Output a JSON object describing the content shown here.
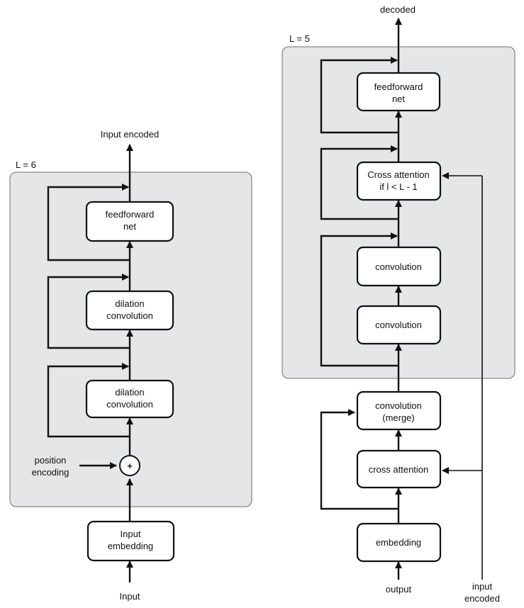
{
  "encoder": {
    "layer_count": "L = 6",
    "output_label": "Input encoded",
    "input_label": "Input",
    "position_label_1": "position",
    "position_label_2": "encoding",
    "plus_symbol": "+",
    "ffn_line1": "feedforward",
    "ffn_line2": "net",
    "dil2_line1": "dilation",
    "dil2_line2": "convolution",
    "dil1_line1": "dilation",
    "dil1_line2": "convolution",
    "emb_line1": "Input",
    "emb_line2": "embedding"
  },
  "decoder": {
    "layer_count": "L = 5",
    "output_label": "decoded",
    "input_label": "output",
    "encoded_label_1": "input",
    "encoded_label_2": "encoded",
    "ffn_line1": "feedforward",
    "ffn_line2": "net",
    "xattn_line1": "Cross attention",
    "xattn_line2": "if l < L - 1",
    "conv2_label": "convolution",
    "conv1_label": "convolution",
    "merge_line1": "convolution",
    "merge_line2": "(merge)",
    "cross_label": "cross attention",
    "emb_label": "embedding"
  }
}
